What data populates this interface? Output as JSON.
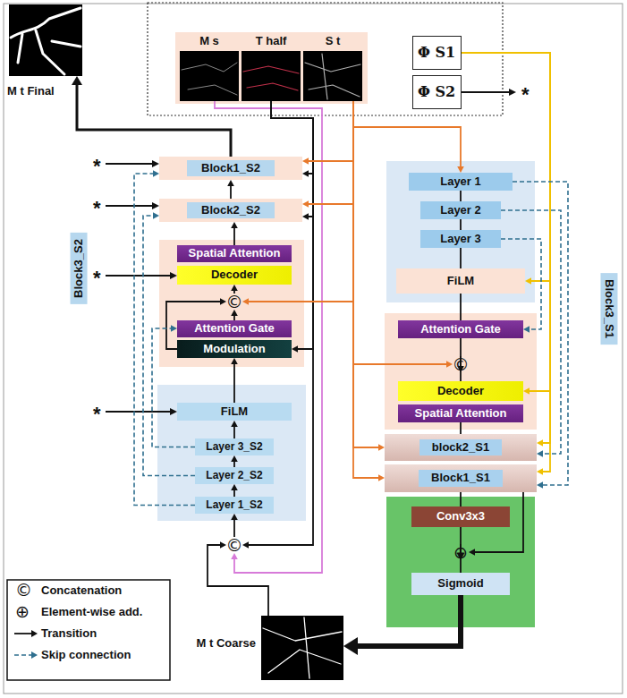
{
  "diagram": {
    "nodes": [
      {
        "text": [
          "M t Final"
        ]
      },
      {
        "text": [
          "M s"
        ]
      },
      {
        "text": [
          "T half"
        ]
      },
      {
        "text": [
          "S t"
        ]
      },
      {
        "text": [
          "Φ S1"
        ]
      },
      {
        "text": [
          "Φ S2"
        ]
      },
      {
        "text": [
          "Block1_S2"
        ]
      },
      {
        "text": [
          "Block2_S2"
        ]
      },
      {
        "text": [
          "Block3_S2"
        ]
      },
      {
        "text": [
          "Spatial Attention"
        ],
        "in": 8
      },
      {
        "text": [
          "Decoder"
        ],
        "in": 8
      },
      {
        "text": [
          "Attention Gate"
        ],
        "in": 8
      },
      {
        "text": [
          "Modulation"
        ],
        "in": 8
      },
      {
        "text": [
          "FiLM"
        ]
      },
      {
        "text": [
          "Layer 3_S2"
        ]
      },
      {
        "text": [
          "Layer 2_S2"
        ]
      },
      {
        "text": [
          "Layer 1_S2"
        ]
      },
      {
        "text": [
          "Layer 1"
        ]
      },
      {
        "text": [
          "Layer 2"
        ]
      },
      {
        "text": [
          "Layer 3"
        ]
      },
      {
        "text": [
          "FiLM"
        ]
      },
      {
        "text": [
          "Block3_S1"
        ]
      },
      {
        "text": [
          "Attention Gate"
        ],
        "in": 21
      },
      {
        "text": [
          "Decoder"
        ],
        "in": 21
      },
      {
        "text": [
          "Spatial Attention"
        ],
        "in": 21
      },
      {
        "text": [
          "block2_S1"
        ]
      },
      {
        "text": [
          "Block1_S1"
        ]
      },
      {
        "text": [
          "Conv3x3"
        ]
      },
      {
        "text": [
          "Sigmoid"
        ]
      },
      {
        "text": [
          "M t Coarse"
        ]
      },
      {
        "text": [
          "©"
        ],
        "in": 8
      },
      {
        "text": [
          "©"
        ]
      },
      {
        "text": [
          "©"
        ],
        "in": 21
      },
      {
        "text": [
          "⊕"
        ]
      }
    ],
    "edges": [
      {
        "from": 31,
        "to": 16,
        "arrow": "to"
      },
      {
        "from": 16,
        "to": 15,
        "arrow": "to"
      },
      {
        "from": 15,
        "to": 14,
        "arrow": "to"
      },
      {
        "from": 14,
        "to": 13,
        "arrow": "to"
      },
      {
        "from": 13,
        "to": 12,
        "arrow": "to"
      },
      {
        "from": 11,
        "to": 30,
        "arrow": "to"
      },
      {
        "from": 12,
        "to": 30,
        "arrow": "to"
      },
      {
        "from": 30,
        "to": 10,
        "arrow": "to"
      },
      {
        "from": 9,
        "to": 7,
        "arrow": "to"
      },
      {
        "from": 7,
        "to": 6,
        "arrow": "to"
      },
      {
        "from": 6,
        "to": 0,
        "arrow": "to"
      },
      {
        "from": 16,
        "to": 6,
        "arrow": "to"
      },
      {
        "from": 15,
        "to": 7,
        "arrow": "to"
      },
      {
        "from": 14,
        "to": 11,
        "arrow": "to"
      },
      {
        "from": 1,
        "to": 31,
        "arrow": "to"
      },
      {
        "from": 2,
        "to": 31,
        "arrow": "to"
      },
      {
        "from": 2,
        "to": 12,
        "arrow": "to"
      },
      {
        "from": 2,
        "to": 7,
        "arrow": "to"
      },
      {
        "from": 2,
        "to": 6,
        "arrow": "to"
      },
      {
        "from": 3,
        "to": 17,
        "arrow": "to"
      },
      {
        "from": 3,
        "to": 6,
        "arrow": "to"
      },
      {
        "from": 3,
        "to": 7,
        "arrow": "to"
      },
      {
        "from": 3,
        "to": 30,
        "arrow": "to"
      },
      {
        "from": 3,
        "to": 32,
        "arrow": "to"
      },
      {
        "from": 3,
        "to": 25,
        "arrow": "to"
      },
      {
        "from": 3,
        "to": 26,
        "arrow": "to"
      },
      {
        "from": 4,
        "to": 20,
        "arrow": "to"
      },
      {
        "from": 4,
        "to": 23,
        "arrow": "to"
      },
      {
        "from": 4,
        "to": 25,
        "arrow": "to"
      },
      {
        "from": 4,
        "to": 26,
        "arrow": "to"
      },
      {
        "from": 17,
        "to": 18,
        "arrow": "to"
      },
      {
        "from": 18,
        "to": 19,
        "arrow": "to"
      },
      {
        "from": 19,
        "to": 20,
        "arrow": "to"
      },
      {
        "from": 20,
        "to": 22,
        "arrow": "to"
      },
      {
        "from": 22,
        "to": 32,
        "arrow": "to"
      },
      {
        "from": 32,
        "to": 23,
        "arrow": "to"
      },
      {
        "from": 24,
        "to": 25,
        "arrow": "to"
      },
      {
        "from": 26,
        "to": 27,
        "arrow": "to"
      },
      {
        "from": 26,
        "to": 33,
        "arrow": "to"
      },
      {
        "from": 27,
        "to": 33,
        "arrow": "to"
      },
      {
        "from": 33,
        "to": 28,
        "arrow": "to"
      },
      {
        "from": 28,
        "to": 29,
        "arrow": "to"
      },
      {
        "from": 17,
        "to": 26,
        "arrow": "to"
      },
      {
        "from": 18,
        "to": 25,
        "arrow": "to"
      },
      {
        "from": 19,
        "to": 22,
        "arrow": "to"
      },
      {
        "from": 29,
        "to": 31,
        "arrow": "to"
      }
    ],
    "labels": [
      "*",
      "*",
      "*",
      "*",
      "*",
      "©",
      "⊕"
    ],
    "legend": [
      {
        "text": "Concatenation"
      },
      {
        "text": "Element-wise add."
      },
      {
        "text": "Transition"
      },
      {
        "text": "Skip connection"
      }
    ]
  }
}
